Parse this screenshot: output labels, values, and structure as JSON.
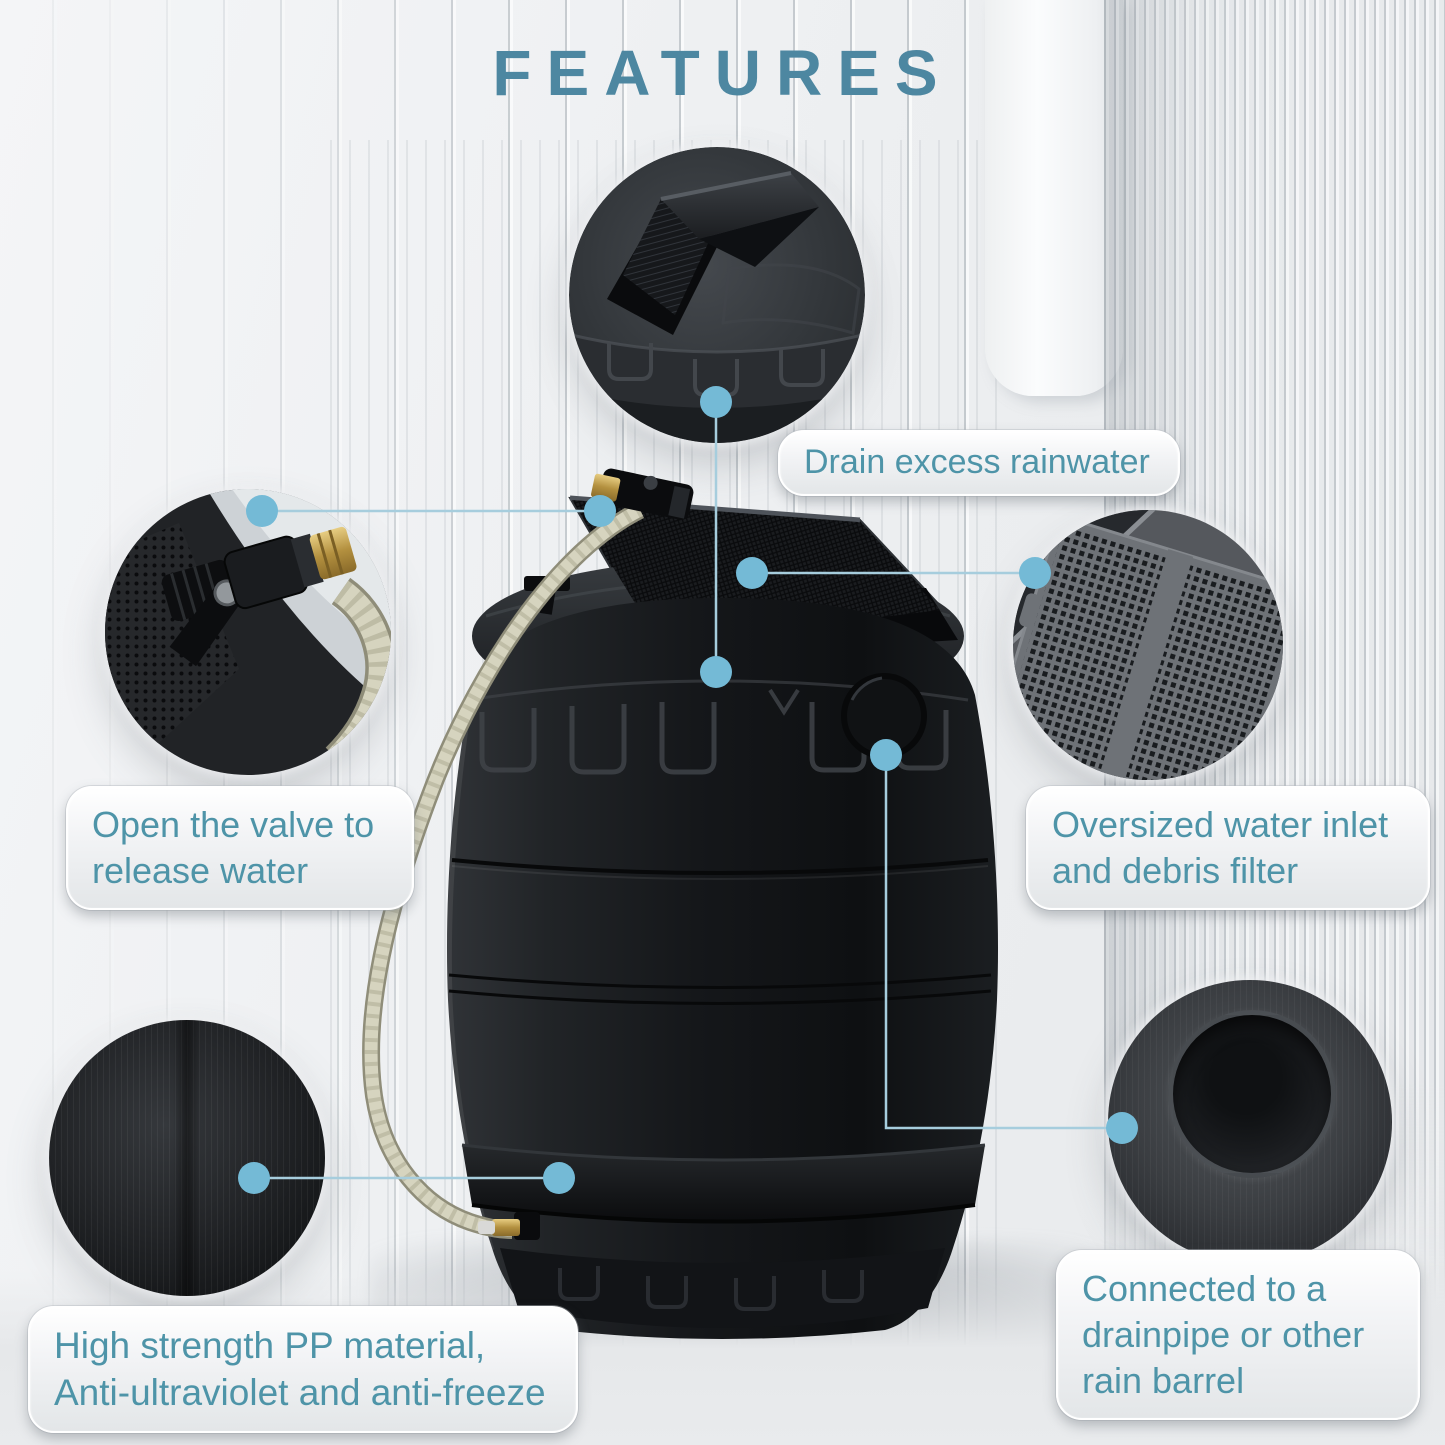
{
  "title": "FEATURES",
  "colors": {
    "title_text": "#4d87a1",
    "label_text": "#4e94a8",
    "connector_line": "#a6cddd",
    "connector_dot": "#74bad6",
    "barrel_black": "#15171a",
    "background_gray": "#e9ebed",
    "hose_tan": "#d5d3be",
    "brass": "#b3903f"
  },
  "callouts": [
    {
      "id": "drain",
      "label": "Drain excess rainwater"
    },
    {
      "id": "valve",
      "label": "Open the valve to\nrelease water"
    },
    {
      "id": "inlet",
      "label": "Oversized water inlet\nand debris filter"
    },
    {
      "id": "material",
      "label": "High strength PP material,\nAnti-ultraviolet and anti-freeze"
    },
    {
      "id": "connect",
      "label": "Connected to a\ndrainpipe or other\nrain barrel"
    }
  ]
}
